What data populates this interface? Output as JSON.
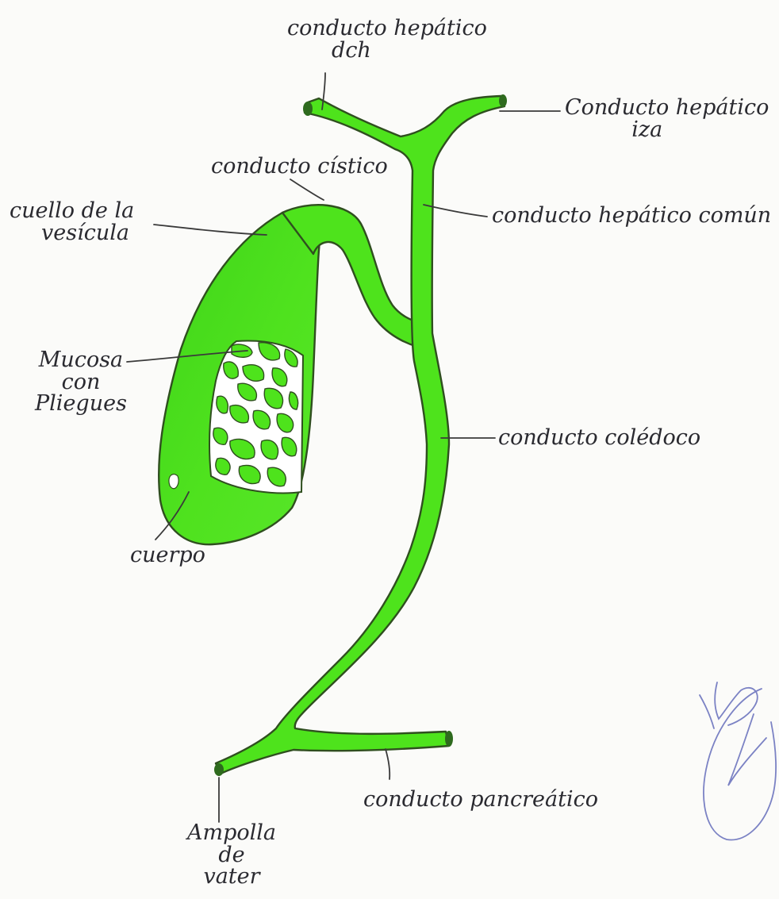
{
  "colors": {
    "fill": "#4ee31c",
    "fill_dark": "#35c912",
    "outline": "#2f4f1f",
    "ink": "#2a2a30",
    "signature": "#7b82c4"
  },
  "labels": {
    "hepatico_dch": [
      "conducto hepático",
      "dch"
    ],
    "hepatico_izq": [
      "Conducto hepático",
      "iza"
    ],
    "cistico": "conducto cístico",
    "cuello": [
      "cuello de la",
      "vesícula"
    ],
    "hepatico_comun": "conducto hepático común",
    "mucosa": [
      "Mucosa",
      "con",
      "Pliegues"
    ],
    "coledoco": "conducto colédoco",
    "cuerpo": "cuerpo",
    "pancreatico": "conducto pancreático",
    "ampolla": [
      "Ampolla",
      "de",
      "vater"
    ]
  }
}
